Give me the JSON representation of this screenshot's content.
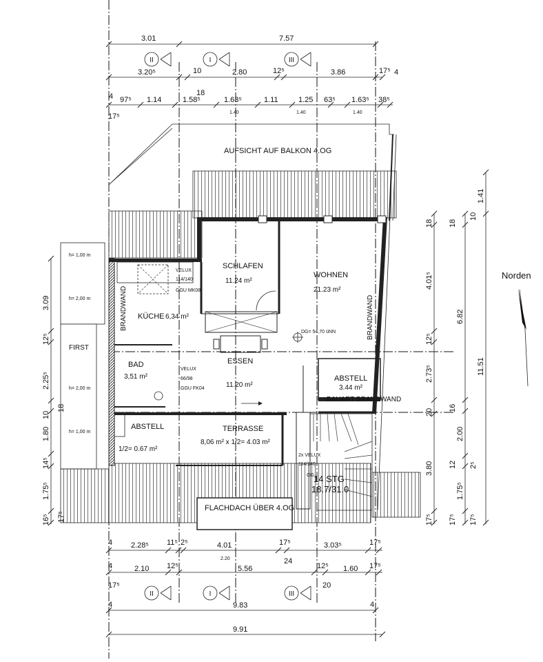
{
  "top_dims": {
    "row1": [
      "3.01",
      "7.57"
    ],
    "row2": [
      "3.20⁵",
      "10",
      "18",
      "2.80",
      "12⁵",
      "3.86",
      "17⁵",
      "4"
    ],
    "row3": [
      "4",
      "97⁵",
      "1.14",
      "1.58⁵",
      "1.63⁵",
      "1.11",
      "1.25",
      "63⁵",
      "1.63⁵",
      "38⁵",
      "17⁵"
    ],
    "row3_sub": [
      "1.40",
      "1.40",
      "1.40"
    ]
  },
  "axis_labels": [
    "II",
    "I",
    "III"
  ],
  "bottom_dims": {
    "row1": [
      "4",
      "2.28⁵",
      "11⁵",
      "2⁵",
      "4.01",
      "17⁵",
      "3.03⁵",
      "17⁵"
    ],
    "row1_sub": [
      "2.20",
      "24"
    ],
    "row2": [
      "4",
      "2.10",
      "12⁵",
      "5.56",
      "12⁵",
      "1.60",
      "17⁵"
    ],
    "row2_extra": [
      "17⁵",
      "20"
    ],
    "row3": [
      "4",
      "9.83",
      "4"
    ],
    "row4": [
      "9.91"
    ]
  },
  "left_dims": [
    "3.09",
    "12⁵",
    "2.25⁵",
    "10",
    "18",
    "1.80",
    "14⁵",
    "1.75⁵",
    "16⁵",
    "17⁵"
  ],
  "right_dims": {
    "col1": [
      "18",
      "4.01⁵",
      "12⁵",
      "2.73⁵",
      "20",
      "3.80",
      "17⁵"
    ],
    "col2": [
      "18",
      "6.82",
      "16",
      "2.00",
      "12",
      "1.75⁵",
      "17⁵"
    ],
    "col3": [
      "10",
      "1.41",
      "11.51",
      "2⁵",
      "17⁵"
    ]
  },
  "heights": [
    "h= 1,00 m",
    "h= 2,00 m",
    "h= 2,00 m",
    "h= 1,00 m"
  ],
  "labels": {
    "balkon": "AUFSICHT AUF BALKON 4.OG",
    "first": "FIRST",
    "brandwand": "BRANDWAND",
    "bauart": "BAUART BRANDWAND",
    "flachdach": "FLACHDACH ÜBER 4.OG",
    "norden": "Norden",
    "dg": "DG= 54,70 üNN",
    "velux1": [
      "VELUX",
      "114/140",
      "GGU MK08"
    ],
    "velux2": [
      "VELUX",
      "66/98",
      "GGU FK04"
    ],
    "velux3": [
      "2x VELUX",
      "114/140",
      "GG"
    ]
  },
  "rooms": [
    {
      "name": "SCHLAFEN",
      "area": "11.24 m²"
    },
    {
      "name": "WOHNEN",
      "area": "21.23 m²"
    },
    {
      "name": "KÜCHE",
      "area": "6,34 m²"
    },
    {
      "name": "ESSEN",
      "area": "11.20 m²"
    },
    {
      "name": "BAD",
      "area": "3,51 m²"
    },
    {
      "name": "ABSTELL",
      "area": "3.44 m²"
    },
    {
      "name": "ABSTELL",
      "area": "1/2= 0.67 m²"
    },
    {
      "name": "TERRASSE",
      "area": "8,06 m² x 1/2= 4.03 m²"
    }
  ],
  "stairs": {
    "label": "14 STG",
    "ratio": "18.7/31.0"
  }
}
